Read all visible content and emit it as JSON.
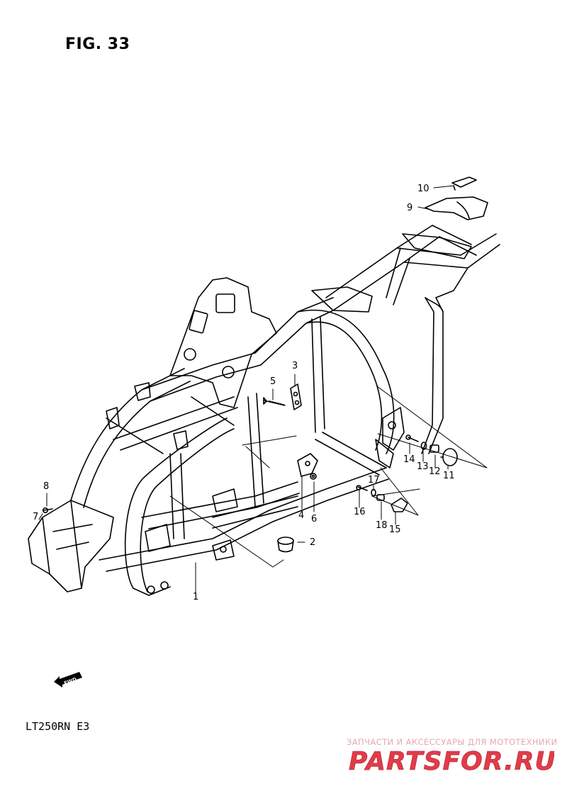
{
  "figure": {
    "title": "FIG. 33"
  },
  "model": {
    "code": "LT250RN  E3"
  },
  "fwd_label": "FWD",
  "watermark": {
    "tagline": "ЗАПЧАСТИ И АКСЕССУАРЫ ДЛЯ МОТОТЕХНИКИ",
    "logo_text": "PARTSFOR.RU",
    "color": "#e23b4a"
  },
  "callouts": [
    {
      "id": "1",
      "label": "1"
    },
    {
      "id": "2",
      "label": "2"
    },
    {
      "id": "3",
      "label": "3"
    },
    {
      "id": "4",
      "label": "4"
    },
    {
      "id": "5",
      "label": "5"
    },
    {
      "id": "6",
      "label": "6"
    },
    {
      "id": "7",
      "label": "7"
    },
    {
      "id": "8",
      "label": "8"
    },
    {
      "id": "9",
      "label": "9"
    },
    {
      "id": "10",
      "label": "10"
    },
    {
      "id": "11",
      "label": "11"
    },
    {
      "id": "12",
      "label": "12"
    },
    {
      "id": "13",
      "label": "13"
    },
    {
      "id": "14",
      "label": "14"
    },
    {
      "id": "15",
      "label": "15"
    },
    {
      "id": "16",
      "label": "16"
    },
    {
      "id": "17",
      "label": "17"
    },
    {
      "id": "18",
      "label": "18"
    }
  ]
}
